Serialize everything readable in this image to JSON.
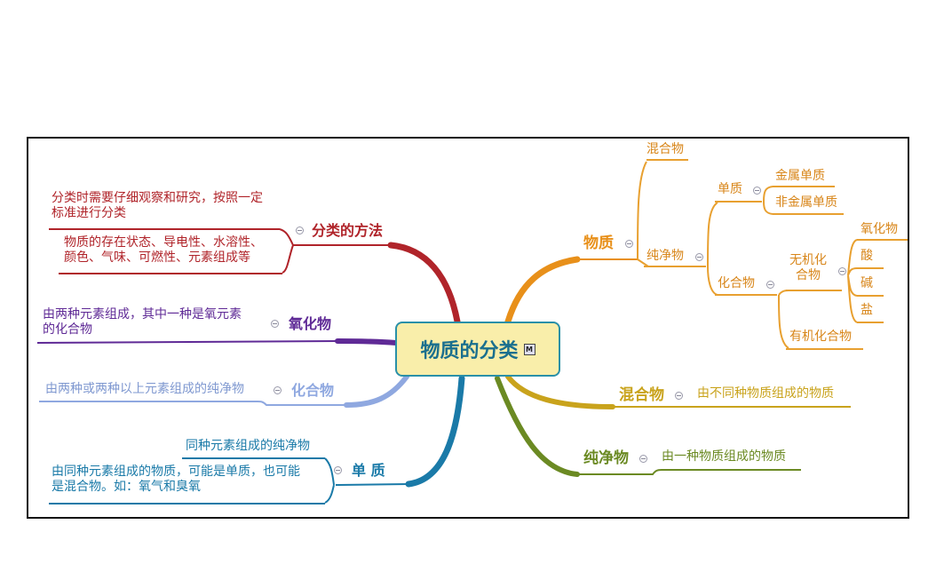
{
  "central": {
    "title": "物质的分类",
    "badge": "M"
  },
  "right": {
    "wuzhi": {
      "label": "物质",
      "hunhewu": "混合物",
      "chunjingwu": "纯净物",
      "danzhi": "单质",
      "jinshu": "金属单质",
      "feijinshu": "非金属单质",
      "huahewu": "化合物",
      "wuji_line1": "无机化",
      "wuji_line2": "合物",
      "yanghuawu": "氧化物",
      "suan": "酸",
      "jian": "碱",
      "yan": "盐",
      "youji": "有机化合物"
    },
    "hunhewu": {
      "label": "混合物",
      "desc": "由不同种物质组成的物质"
    },
    "chunjingwu": {
      "label": "纯净物",
      "desc": "由一种物质组成的物质"
    }
  },
  "left": {
    "fenlei": {
      "label": "分类的方法",
      "note1_line1": "分类时需要仔细观察和研究，按照一定",
      "note1_line2": "标准进行分类",
      "note2_line1": "物质的存在状态、导电性、水溶性、",
      "note2_line2": "颜色、气味、可燃性、元素组成等"
    },
    "yanghuawu": {
      "label": "氧化物",
      "desc_line1": "由两种元素组成，其中一种是氧元素",
      "desc_line2": "的化合物"
    },
    "huahewu": {
      "label": "化合物",
      "desc": "由两种或两种以上元素组成的纯净物"
    },
    "danzhi": {
      "label": "单 质",
      "desc1": "同种元素组成的纯净物",
      "desc2_line1": "由同种元素组成的物质，可能是单质，也可能",
      "desc2_line2": "是混合物。如：氧气和臭氧"
    }
  },
  "colors": {
    "wuzhi": "#e8901a",
    "hunhewu": "#c9a31c",
    "chunjingwu": "#6b8a23",
    "fenlei": "#b0242a",
    "yanghuawu": "#5f2a96",
    "huahewu": "#8fa8e0",
    "danzhi": "#1a7aa8",
    "center_border": "#2a90a8",
    "center_fill": "#f9eeaa"
  }
}
